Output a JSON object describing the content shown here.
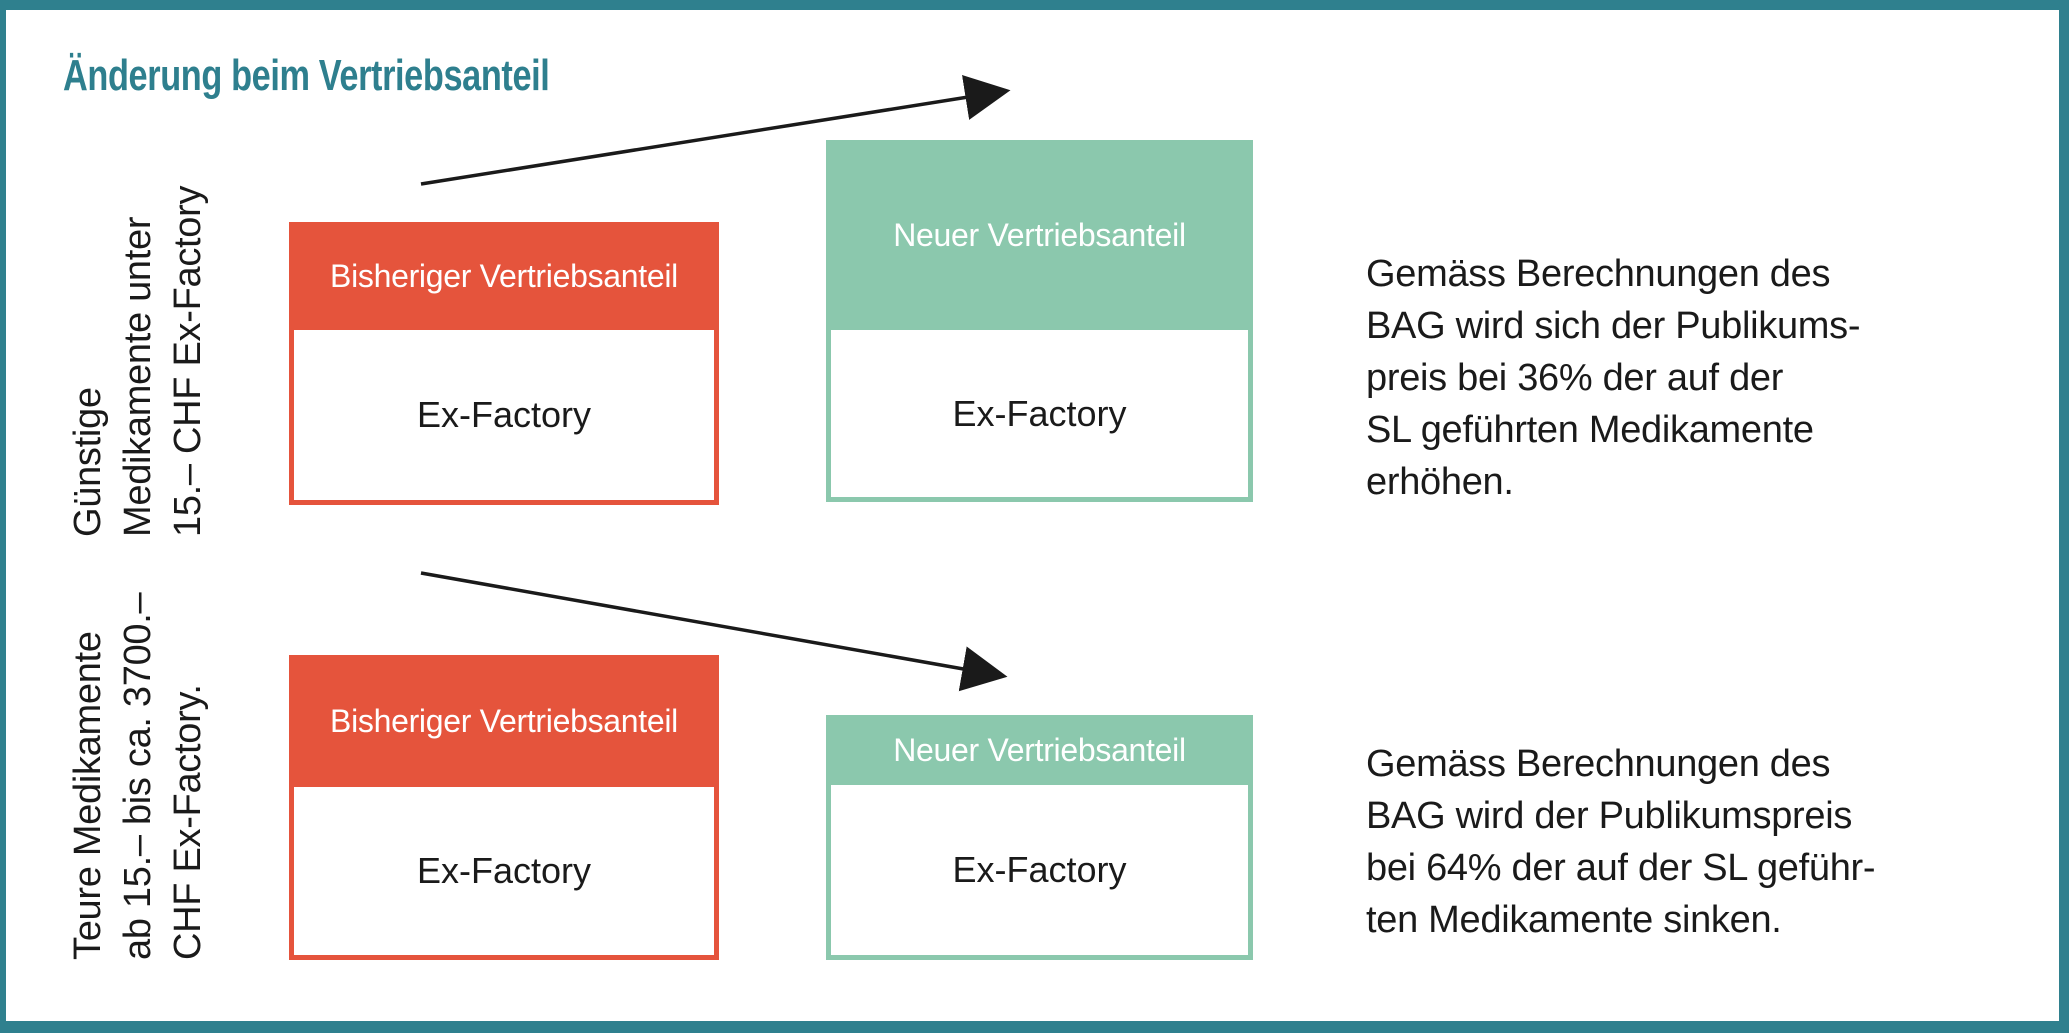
{
  "title": {
    "text": "Änderung beim Vertriebsanteil"
  },
  "colors": {
    "frame_teal": "#2F808E",
    "title_teal": "#2E7F8E",
    "old_share_red": "#E5543C",
    "new_share_green": "#8BC8AD",
    "box_body_white": "#FFFFFF",
    "arrow_black": "#1A1A1A",
    "text_black": "#1A1A1A"
  },
  "rows": [
    {
      "name": "cheap-medications",
      "trend": "up",
      "side_label": {
        "line1": "Günstige",
        "line2": "Medikamente unter",
        "line3": "15.– CHF Ex-Factory"
      },
      "old_box": {
        "header": "Bisheriger Vertriebsanteil",
        "body": "Ex-Factory"
      },
      "new_box": {
        "header": "Neuer Vertriebsanteil",
        "body": "Ex-Factory"
      },
      "note": {
        "line1": "Gemäss Berechnungen des",
        "line2": "BAG wird sich der Publikums-",
        "line3": "preis bei 36% der auf der",
        "line4": "SL geführten Medikamente",
        "line5": "erhöhen."
      }
    },
    {
      "name": "expensive-medications",
      "trend": "down",
      "side_label": {
        "line1": "Teure Medikamente",
        "line2": "ab 15.– bis ca. 3700.–",
        "line3": "CHF Ex-Factory."
      },
      "old_box": {
        "header": "Bisheriger Vertriebsanteil",
        "body": "Ex-Factory"
      },
      "new_box": {
        "header": "Neuer Vertriebsanteil",
        "body": "Ex-Factory"
      },
      "note": {
        "line1": "Gemäss Berechnungen des",
        "line2": "BAG wird der Publikumspreis",
        "line3": "bei 64% der auf der SL geführ-",
        "line4": "ten Medikamente sinken."
      }
    }
  ]
}
